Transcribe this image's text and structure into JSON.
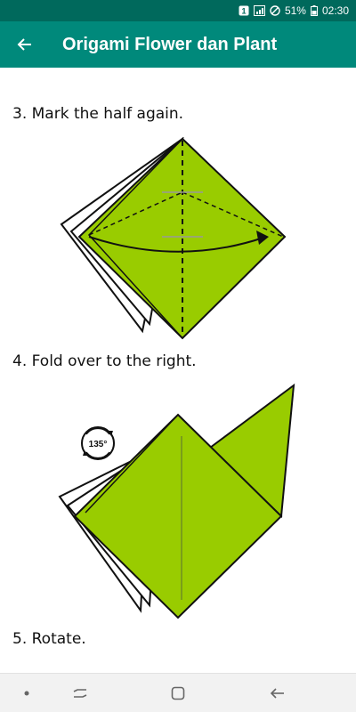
{
  "status_bar": {
    "battery_percent": "51%",
    "time": "02:30",
    "icons": [
      "notification-badge-icon",
      "signal-icon",
      "do-not-disturb-icon",
      "battery-icon"
    ]
  },
  "app_bar": {
    "title": "Origami Flower dan Plant",
    "back_icon": "arrow-back-icon"
  },
  "steps": [
    {
      "caption": "3. Mark the half again."
    },
    {
      "caption": "4. Fold over to the right."
    },
    {
      "caption": "5. Rotate.",
      "rotation_badge": "135°"
    }
  ],
  "colors": {
    "status_bar": "#00695c",
    "app_bar": "#00897b",
    "paper_green": "#99cc00",
    "outline": "#111111"
  },
  "nav_bar": {
    "icons": [
      "dot-icon",
      "recent-apps-icon",
      "home-icon",
      "back-icon"
    ]
  }
}
